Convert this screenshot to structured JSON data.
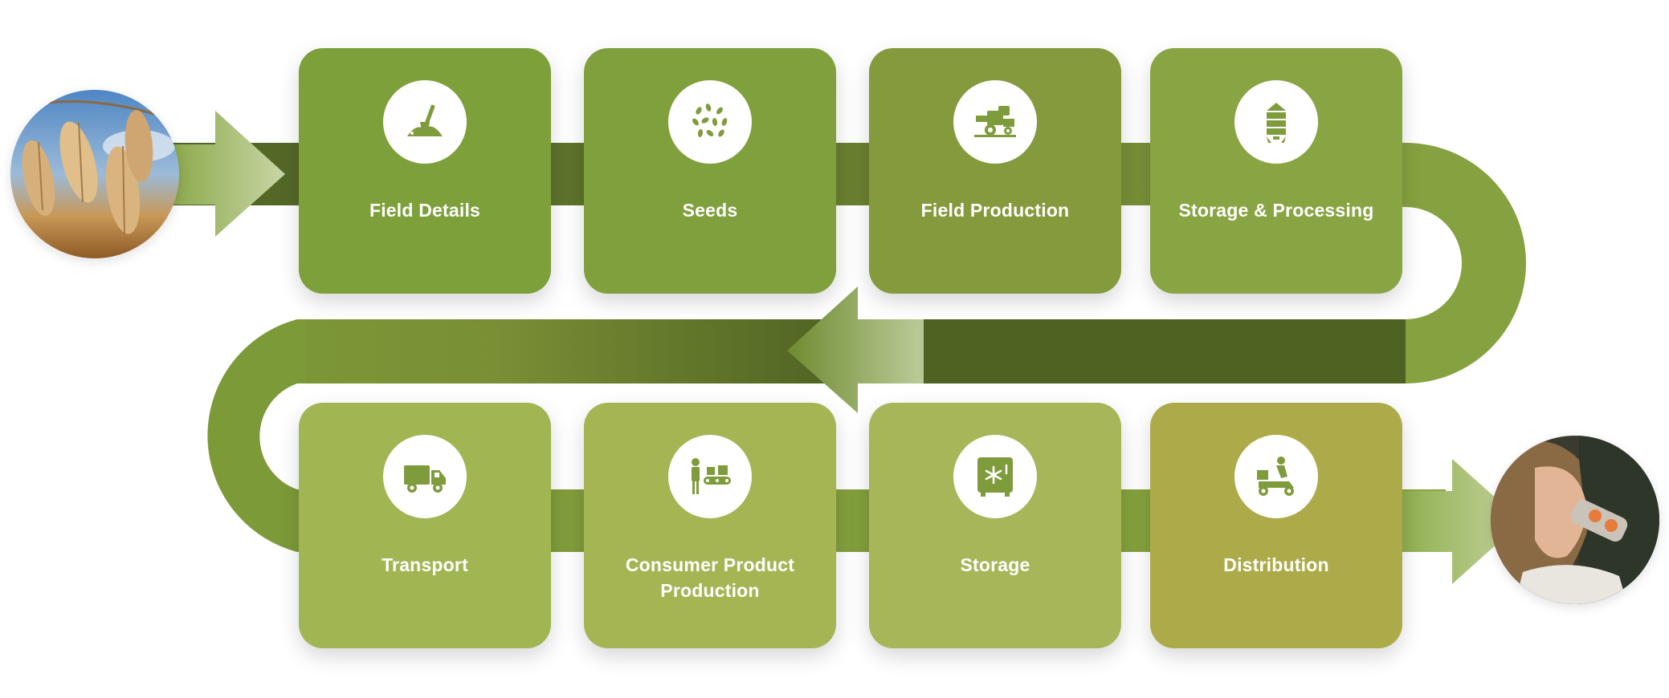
{
  "colors": {
    "track_dark": "#57692a",
    "track_mid": "#7a9638",
    "track_light": "#8aa444",
    "icon_color": "#7f9c3c"
  },
  "photos": {
    "start": {
      "name": "oat-plant-photo"
    },
    "end": {
      "name": "woman-drinking-photo"
    }
  },
  "steps_top": [
    {
      "label": "Field Details",
      "icon": "shovel-soil-icon",
      "color": "#7da03b"
    },
    {
      "label": "Seeds",
      "icon": "seeds-icon",
      "color": "#80a03d"
    },
    {
      "label": "Field Production",
      "icon": "combine-harvester-icon",
      "color": "#85993d"
    },
    {
      "label": "Storage & Processing",
      "icon": "grain-silo-icon",
      "color": "#89a443"
    }
  ],
  "steps_bottom": [
    {
      "label": "Transport",
      "icon": "delivery-truck-icon",
      "color": "#a1b552"
    },
    {
      "label": "Consumer Product Production",
      "icon": "factory-worker-icon",
      "color": "#a5b554"
    },
    {
      "label": "Storage",
      "icon": "cold-storage-icon",
      "color": "#a6b658"
    },
    {
      "label": "Distribution",
      "icon": "delivery-scooter-icon",
      "color": "#adab49"
    }
  ]
}
